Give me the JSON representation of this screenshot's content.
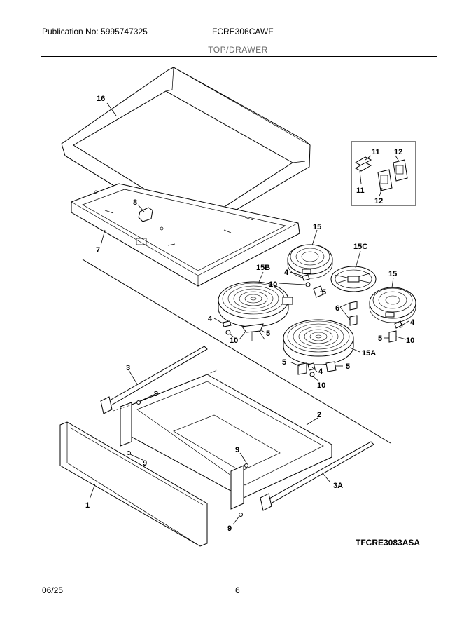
{
  "header": {
    "publication": "Publication No: 5995747325",
    "model": "FCRE306CAWF",
    "section": "TOP/DRAWER"
  },
  "callouts": {
    "c16": "16",
    "c8": "8",
    "c7": "7",
    "c11a": "11",
    "c12a": "12",
    "c11b": "11",
    "c12b": "12",
    "c15a": "15",
    "c15c": "15C",
    "c15b": "15B",
    "c15d": "15",
    "c4a": "4",
    "c10a": "10",
    "c5a": "5",
    "c6": "6",
    "c4b": "4",
    "c5b": "5",
    "c10b": "10",
    "c4c": "4",
    "c10c": "10",
    "c5c": "5",
    "c15e": "15A",
    "c5d": "5",
    "c4d": "4",
    "c5e": "5",
    "c10d": "10",
    "c3": "3",
    "c9a": "9",
    "c2": "2",
    "c9b": "9",
    "c9c": "9",
    "c1": "1",
    "c3a": "3A",
    "c9d": "9"
  },
  "footer": {
    "ref_code": "TFCRE3083ASA",
    "date": "06/25",
    "page": "6"
  }
}
